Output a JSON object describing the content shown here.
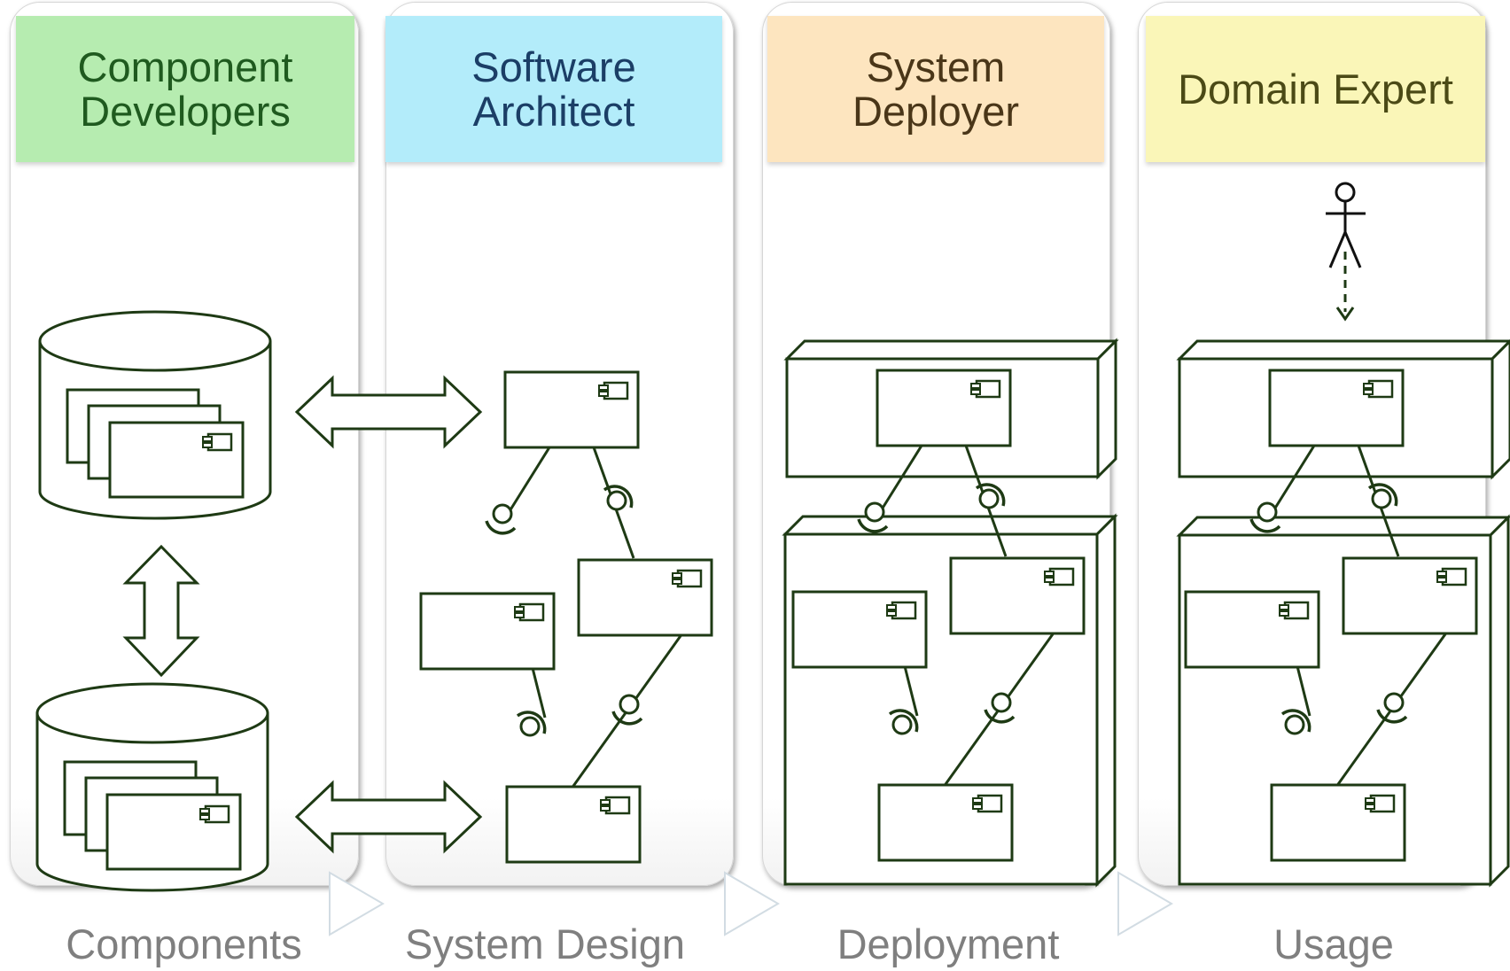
{
  "lanes": [
    {
      "title": "Component\nDevelopers",
      "phase": "Components",
      "header_color": "#b6ecb0",
      "text_color": "#1f5a1f"
    },
    {
      "title": "Software\nArchitect",
      "phase": "System Design",
      "header_color": "#b3ecfa",
      "text_color": "#1b3e66"
    },
    {
      "title": "System\nDeployer",
      "phase": "Deployment",
      "header_color": "#fde5bf",
      "text_color": "#4a3618"
    },
    {
      "title": "Domain Expert",
      "phase": "Usage",
      "header_color": "#faf6b8",
      "text_color": "#4b4a16"
    }
  ],
  "colors": {
    "stroke": "#1e3a14",
    "phase_text": "#7f7f7f",
    "lane_border": "#d6d6d6"
  },
  "icons": [
    "database-icon",
    "component-icon",
    "node-icon",
    "actor-icon",
    "double-arrow-icon",
    "interface-socket-icon",
    "phase-arrow-icon"
  ]
}
